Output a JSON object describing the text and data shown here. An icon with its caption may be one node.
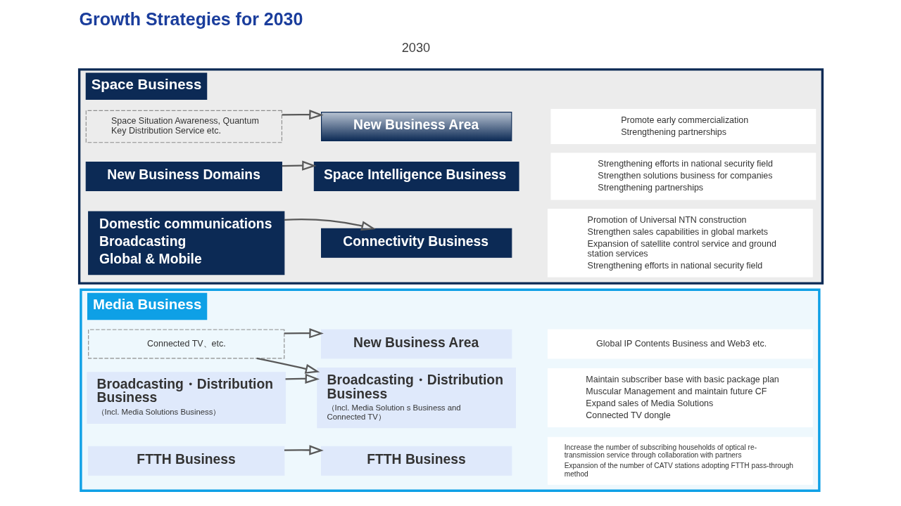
{
  "diagram": {
    "title": "Growth Strategies for 2030",
    "nodes": [
      {
        "text": [
          "Space Business"
        ]
      },
      {
        "text": [
          "Space Situation Awareness, Quantum Key Distribution Service etc."
        ],
        "in": 0
      },
      {
        "text": [
          "New Business Area"
        ],
        "in": 0
      },
      {
        "text": [
          "Promote early commercialization",
          "Strengthening partnerships"
        ],
        "in": 0
      },
      {
        "text": [
          "New Business Domains"
        ],
        "in": 0
      },
      {
        "text": [
          "Space Intelligence Business"
        ],
        "in": 0
      },
      {
        "text": [
          "Strengthening efforts in national security field",
          "Strengthen solutions business for companies",
          "Strengthening partnerships"
        ],
        "in": 0
      },
      {
        "text": [
          "Domestic communications",
          "Broadcasting",
          "Global & Mobile"
        ],
        "in": 0
      },
      {
        "text": [
          "Connectivity Business"
        ],
        "in": 0
      },
      {
        "text": [
          "Promotion of Universal NTN construction",
          "Strengthen sales capabilities in global markets",
          "Expansion of satellite control service and ground station services",
          "Strengthening efforts in national security field"
        ],
        "in": 0
      },
      {
        "text": [
          "Media Business"
        ]
      },
      {
        "text": [
          "Connected TV、etc."
        ],
        "in": 10
      },
      {
        "text": [
          "New Business Area"
        ],
        "in": 10
      },
      {
        "text": [
          "Global IP Contents Business and Web3 etc."
        ],
        "in": 10
      },
      {
        "text": [
          "Broadcasting・Distribution Business",
          "（Incl. Media Solutions Business）"
        ],
        "in": 10
      },
      {
        "text": [
          "Broadcasting・Distribution Business",
          "（Incl. Media Solution s Business and Connected TV）"
        ],
        "in": 10
      },
      {
        "text": [
          "Maintain subscriber base with basic package plan",
          "Muscular Management and maintain future CF",
          "Expand sales of Media Solutions",
          "Connected TV dongle"
        ],
        "in": 10
      },
      {
        "text": [
          "FTTH Business"
        ],
        "in": 10
      },
      {
        "text": [
          "FTTH Business"
        ],
        "in": 10
      },
      {
        "text": [
          "Increase the number of subscribing households of optical re-transmission service through collaboration with partners",
          "Expansion of the number of CATV stations adopting FTTH pass-through method"
        ],
        "in": 10
      }
    ],
    "edges": [
      {
        "from": 1,
        "to": 2,
        "arrow": "to"
      },
      {
        "from": 4,
        "to": 5,
        "arrow": "to"
      },
      {
        "from": 7,
        "to": 8,
        "arrow": "to"
      },
      {
        "from": 11,
        "to": 12,
        "arrow": "to"
      },
      {
        "from": 11,
        "to": 15,
        "arrow": "to"
      },
      {
        "from": 14,
        "to": 15,
        "arrow": "to"
      },
      {
        "from": 17,
        "to": 18,
        "arrow": "to"
      }
    ],
    "labels": [
      "2030"
    ]
  }
}
